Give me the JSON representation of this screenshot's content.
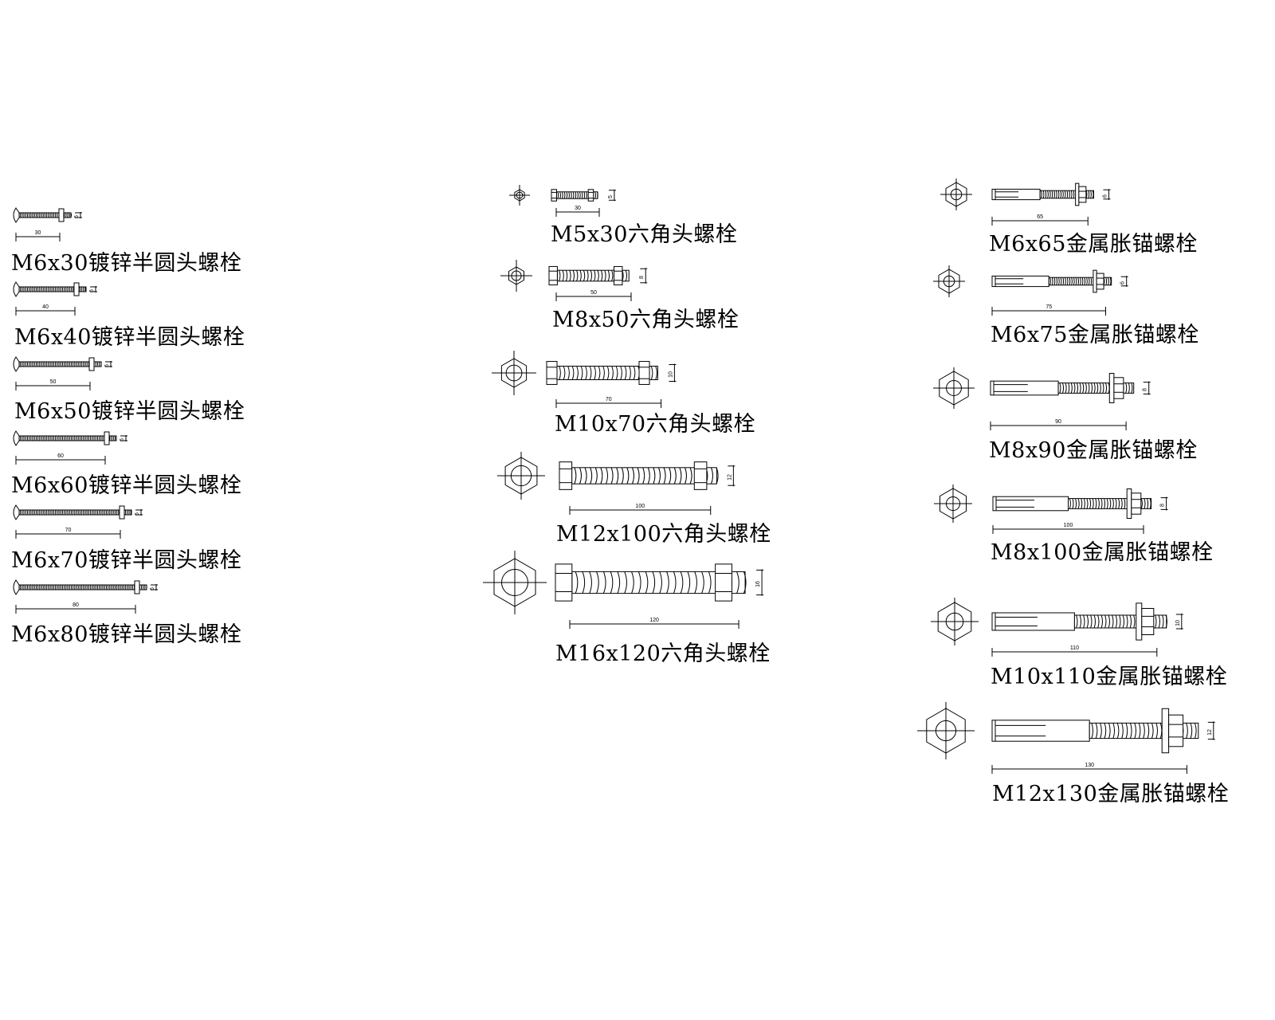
{
  "colors": {
    "line": "#000000",
    "background": "#ffffff"
  },
  "pan_head_screws": [
    {
      "label": "M6x30镀锌半圆头螺栓",
      "length": "30",
      "diameter": "6"
    },
    {
      "label": "M6x40镀锌半圆头螺栓",
      "length": "40",
      "diameter": "6"
    },
    {
      "label": "M6x50镀锌半圆头螺栓",
      "length": "50",
      "diameter": "6"
    },
    {
      "label": "M6x60镀锌半圆头螺栓",
      "length": "60",
      "diameter": "6"
    },
    {
      "label": "M6x70镀锌半圆头螺栓",
      "length": "70",
      "diameter": "6"
    },
    {
      "label": "M6x80镀锌半圆头螺栓",
      "length": "80",
      "diameter": "6"
    }
  ],
  "hex_bolts": [
    {
      "label": "M5x30六角头螺栓",
      "length": "30",
      "diameter": "5"
    },
    {
      "label": "M8x50六角头螺栓",
      "length": "50",
      "diameter": "8"
    },
    {
      "label": "M10x70六角头螺栓",
      "length": "70",
      "diameter": "10"
    },
    {
      "label": "M12x100六角头螺栓",
      "length": "100",
      "diameter": "12"
    },
    {
      "label": "M16x120六角头螺栓",
      "length": "120",
      "diameter": "16"
    }
  ],
  "expansion_anchors": [
    {
      "label": "M6x65金属胀锚螺栓",
      "length": "65",
      "diameter": "6"
    },
    {
      "label": "M6x75金属胀锚螺栓",
      "length": "75",
      "diameter": "6"
    },
    {
      "label": "M8x90金属胀锚螺栓",
      "length": "90",
      "diameter": "8"
    },
    {
      "label": "M8x100金属胀锚螺栓",
      "length": "100",
      "diameter": "8"
    },
    {
      "label": "M10x110金属胀锚螺栓",
      "length": "110",
      "diameter": "10"
    },
    {
      "label": "M12x130金属胀锚螺栓",
      "length": "130",
      "diameter": "12"
    }
  ]
}
